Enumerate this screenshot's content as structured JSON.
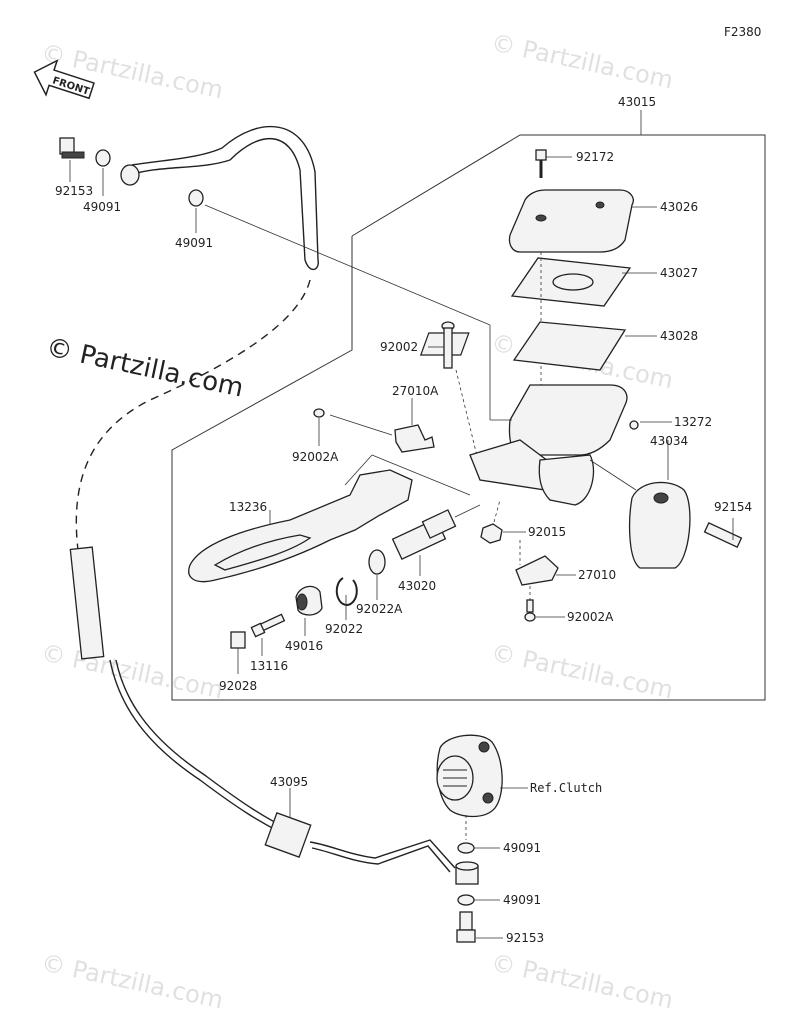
{
  "figure_code": "F2380",
  "front_label": "FRONT",
  "watermark": "© Partzilla.com",
  "ref_clutch": "Ref.Clutch",
  "parts": {
    "p43015": "43015",
    "p92172": "92172",
    "p43026": "43026",
    "p43027": "43027",
    "p43028": "43028",
    "p92002": "92002",
    "p27010A": "27010A",
    "p13272": "13272",
    "p43034": "43034",
    "p92002A_top": "92002A",
    "p13236": "13236",
    "p92154": "92154",
    "p92015": "92015",
    "p43020": "43020",
    "p27010": "27010",
    "p92022A": "92022A",
    "p92022": "92022",
    "p49016": "49016",
    "p13116": "13116",
    "p92028": "92028",
    "p92002A_bot": "92002A",
    "p92153_top": "92153",
    "p49091_a": "49091",
    "p49091_b": "49091",
    "p43095": "43095",
    "p49091_c": "49091",
    "p49091_d": "49091",
    "p92153_bot": "92153"
  }
}
